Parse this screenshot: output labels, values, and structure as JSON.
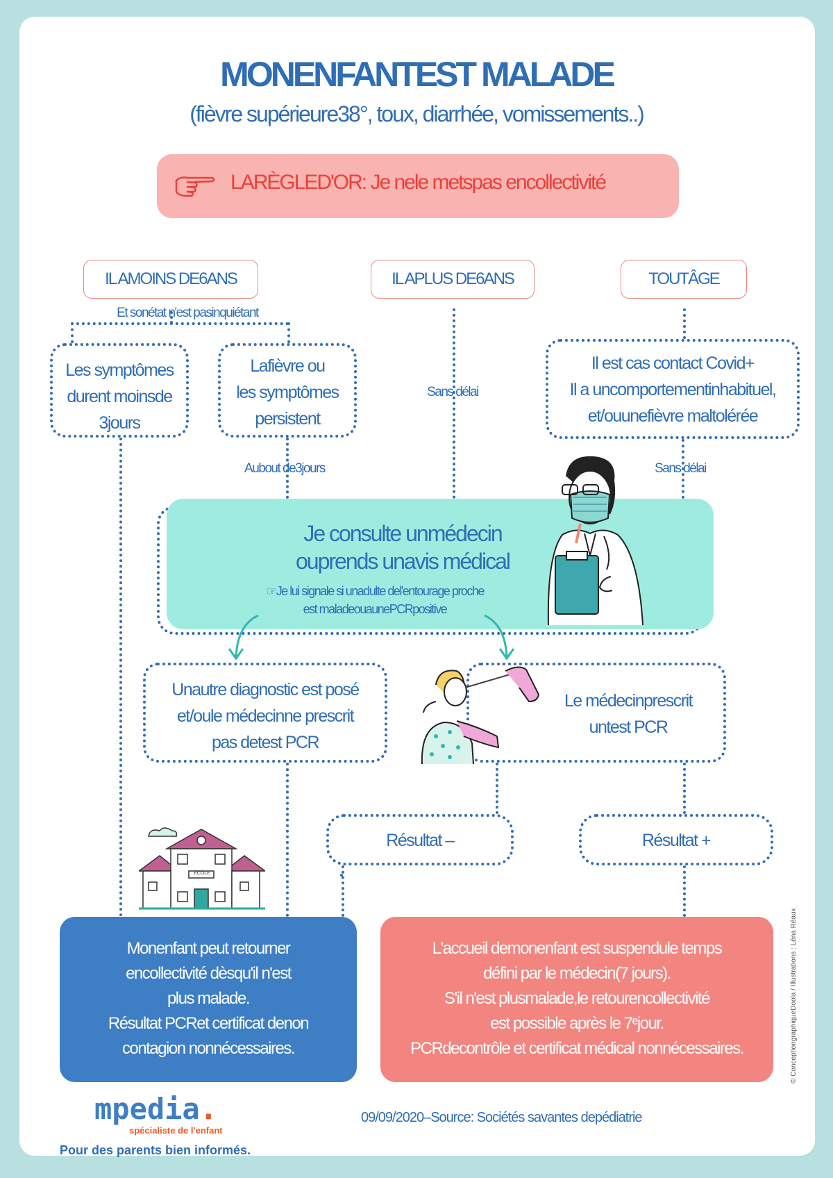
{
  "header": {
    "title": "MONENFANTEST MALADE",
    "subtitle": "(fièvre supérieure38°, toux, diarrhée, vomissements..)"
  },
  "rule": {
    "text": "LARÈGLED'OR: Je nele metspas encollectivité"
  },
  "categories": {
    "under6": "IL AMOINS DE6ANS",
    "over6": "IL APLUS DE6ANS",
    "all_ages": "TOUTÂGE"
  },
  "under6_note": "Et sonétat n'est pasinquiétant",
  "boxes": {
    "short_symptoms": [
      "Les symptômes",
      "durent moinsde",
      "3jours"
    ],
    "persistent": [
      "Lafièvre ou",
      "les symptômes",
      "persistent"
    ],
    "all_ages_conditions": [
      "Il est cas contact Covid+",
      "Il a uncomportementinhabituel,",
      "et/ouunefièvre maltolérée"
    ]
  },
  "labels": {
    "no_delay_middle": "Sans délai",
    "after_3_days": "Aubout de3jours",
    "no_delay_right": "Sans délai"
  },
  "consult": {
    "line1": "Je consulte unmédecin",
    "line2": "ouprends unavis médical",
    "note_line1": "☞Je lui signale si unadulte del'entourage proche",
    "note_line2": "est maladeouaunePCRpositive"
  },
  "outcomes": {
    "other_diagnosis": [
      "Unautre diagnostic est posé",
      "et/oule médecinne prescrit",
      "pas detest PCR"
    ],
    "pcr_prescribed": [
      "Le médecinprescrit",
      "untest PCR"
    ]
  },
  "results": {
    "negative": "Résultat –",
    "positive": "Résultat +"
  },
  "school_sign": "ÉCOLE",
  "bottom": {
    "return_text": [
      "Monenfant peut retourner",
      "encollectivité dèsqu'il n'est",
      "plus malade.",
      "Résultat PCRet certificat denon",
      "contagion nonnécessaires."
    ],
    "suspended_text": [
      "L'accueil demonenfant est suspendule temps",
      "défini par le médecin(7 jours).",
      "S'il n'est plusmalade,le retourencollectivité",
      "est possible après le 7ᵉjour.",
      "PCRdecontrôle et certificat médical nonnécessaires."
    ]
  },
  "footer": {
    "logo_main": "mpedia",
    "logo_dot": ".",
    "logo_tagline": "spécialiste de l'enfant",
    "slogan": "Pour des parents bien informés.",
    "source": "09/09/2020–Source: Sociétés savantes depédiatrie",
    "credits": "© ConceptiongraphiqueDoola / Illustrations : Léna Réaux"
  },
  "colors": {
    "background": "#b8e0e0",
    "primary_blue": "#2f6db5",
    "rule_bg": "#f9b3b0",
    "rule_text": "#e8423a",
    "consult_bg": "#9eecdf",
    "return_bg": "#3d7ec5",
    "suspended_bg": "#f28580",
    "logo_orange": "#f05a28"
  }
}
